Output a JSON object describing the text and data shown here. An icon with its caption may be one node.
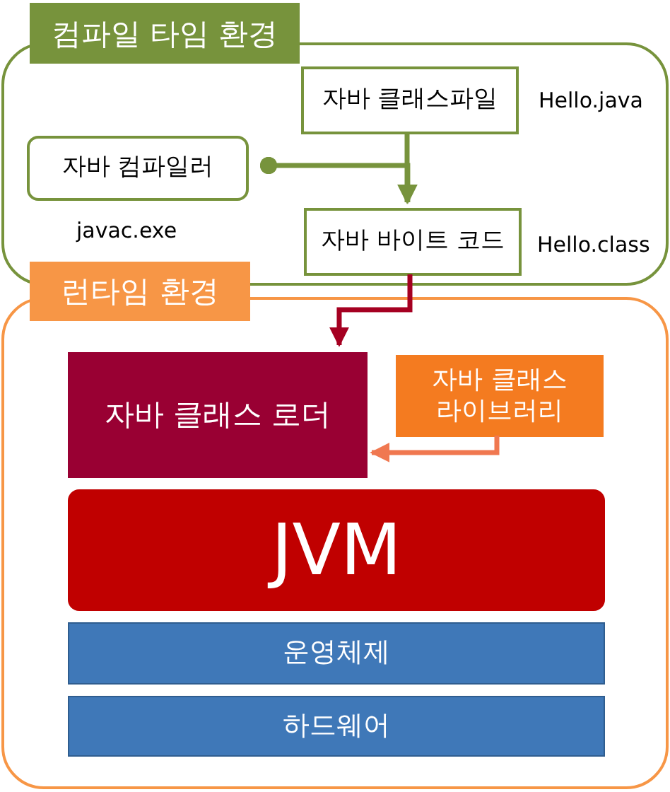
{
  "diagram": {
    "nodes": [
      {
        "text": [
          "컴파일 타임 환경"
        ]
      },
      {
        "text": [
          "자바 클래스파일"
        ],
        "in": 0,
        "beside": [
          "Hello.java"
        ]
      },
      {
        "text": [
          "자바 컴파일러"
        ],
        "in": 0,
        "beside": [
          "javac.exe"
        ]
      },
      {
        "text": [
          "자바 바이트 코드"
        ],
        "in": 0,
        "beside": [
          "Hello.class"
        ]
      },
      {
        "text": [
          "런타임 환경"
        ]
      },
      {
        "text": [
          "자바 클래스 로더"
        ],
        "in": 4
      },
      {
        "text": [
          "자바 클래스 라이브러리"
        ],
        "in": 4
      },
      {
        "text": [
          "JVM"
        ],
        "in": 4
      },
      {
        "text": [
          "운영체제"
        ],
        "in": 4
      },
      {
        "text": [
          "하드웨어"
        ],
        "in": 4
      }
    ],
    "edges": [
      {
        "from": 1,
        "to": 3,
        "arrow": "to",
        "color": "#77933c"
      },
      {
        "from": 2,
        "to": 3,
        "arrow": "to",
        "color": "#77933c"
      },
      {
        "from": 3,
        "to": 5,
        "arrow": "to",
        "color": "#a50021"
      },
      {
        "from": 6,
        "to": 5,
        "arrow": "to",
        "color": "#f07850"
      }
    ]
  }
}
